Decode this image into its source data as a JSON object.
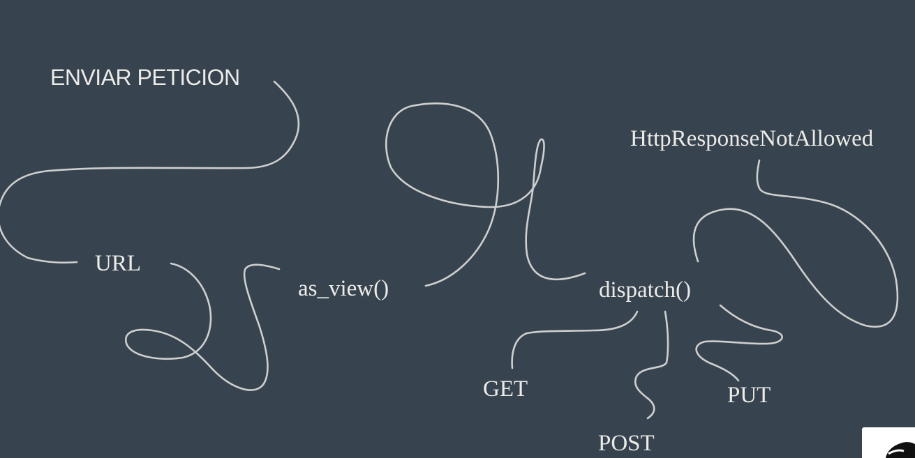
{
  "diagram": {
    "nodes": {
      "enviar_peticion": "ENVIAR PETICION",
      "url": "URL",
      "as_view": "as_view()",
      "dispatch": "dispatch()",
      "http_not_allowed": "HttpResponseNotAllowed",
      "get": "GET",
      "post": "POST",
      "put": "PUT"
    },
    "edges": [
      {
        "from": "ENVIAR PETICION",
        "to": "URL"
      },
      {
        "from": "URL",
        "to": "as_view()"
      },
      {
        "from": "as_view()",
        "to": "dispatch()"
      },
      {
        "from": "dispatch()",
        "to": "HttpResponseNotAllowed"
      },
      {
        "from": "dispatch()",
        "to": "GET"
      },
      {
        "from": "dispatch()",
        "to": "POST"
      },
      {
        "from": "dispatch()",
        "to": "PUT"
      }
    ]
  },
  "colors": {
    "background": "#37444f",
    "text": "#ecebe8",
    "stroke": "#cfcfcf"
  }
}
